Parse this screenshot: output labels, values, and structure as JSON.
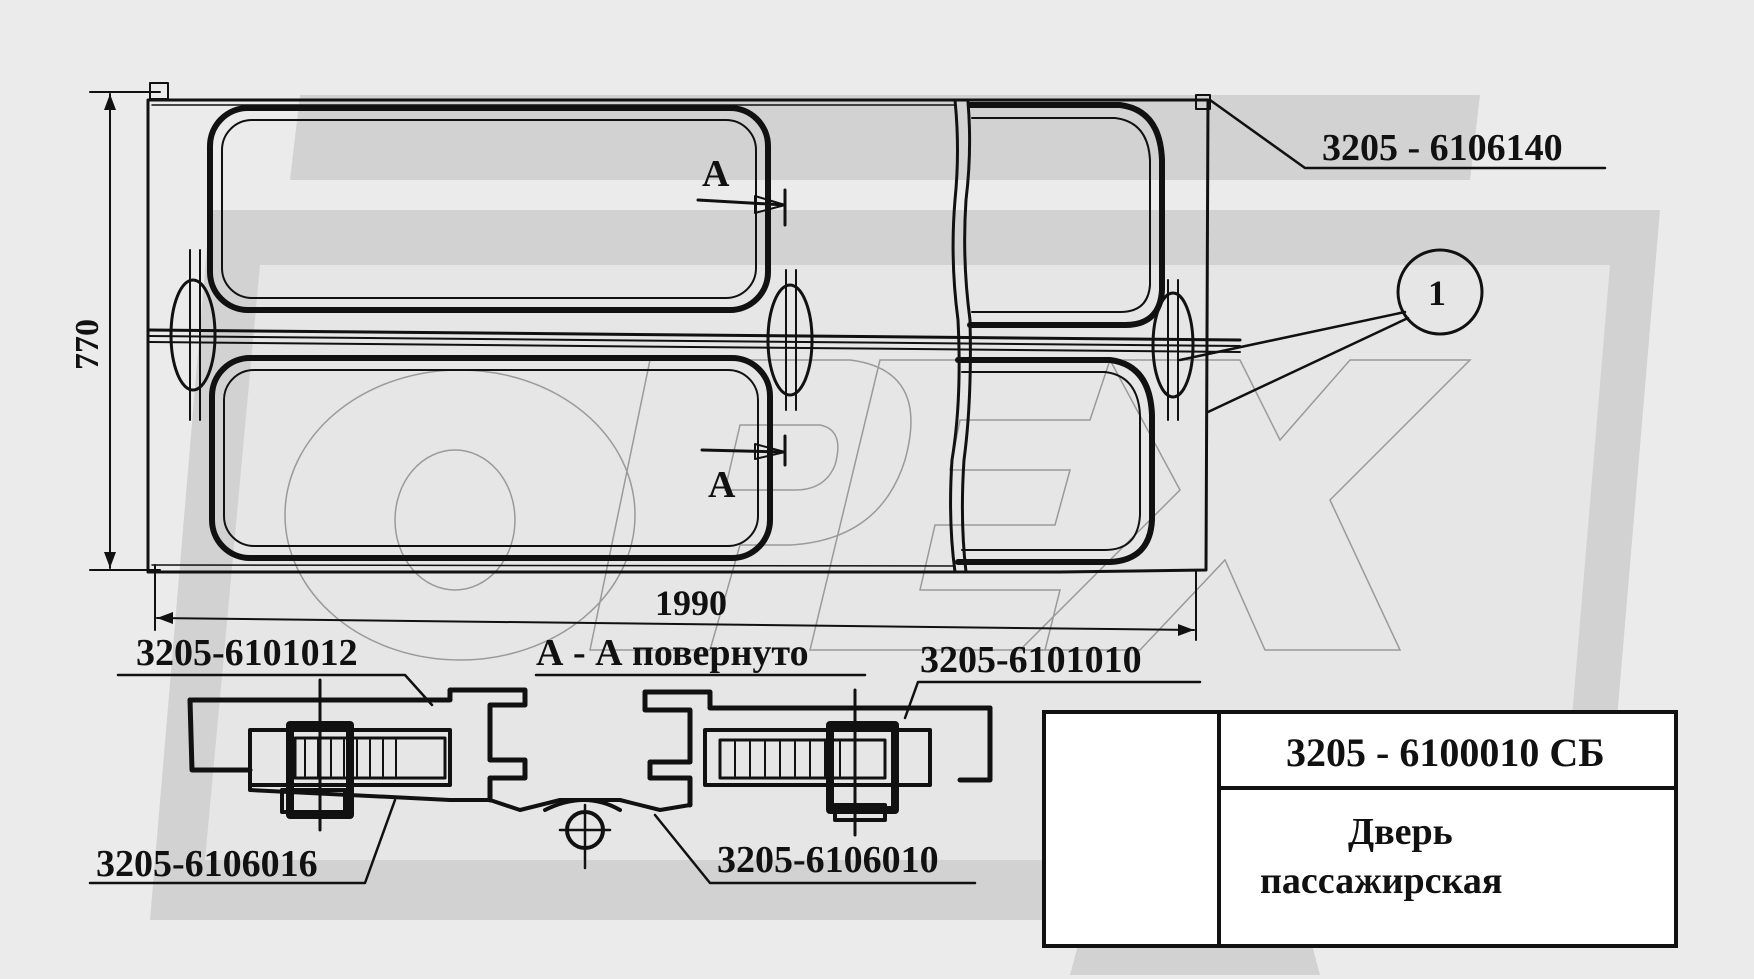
{
  "watermark": {
    "text": "ОРЕХ"
  },
  "dimensions": {
    "height": "770",
    "width": "1990"
  },
  "section_marks": {
    "upper": "А",
    "lower": "А"
  },
  "callout": {
    "number": "1"
  },
  "labels": {
    "top_right_part": "3205 - 6106140",
    "left_part": "3205-6101012",
    "section_title": "А - А  повернуто",
    "right_part": "3205-6101010",
    "bottom_left_part": "3205-6106016",
    "bottom_center_part": "3205-6106010"
  },
  "title_block": {
    "code": "3205 - 6100010 СБ",
    "name_line1": "Дверь",
    "name_line2": "пассажирская"
  }
}
